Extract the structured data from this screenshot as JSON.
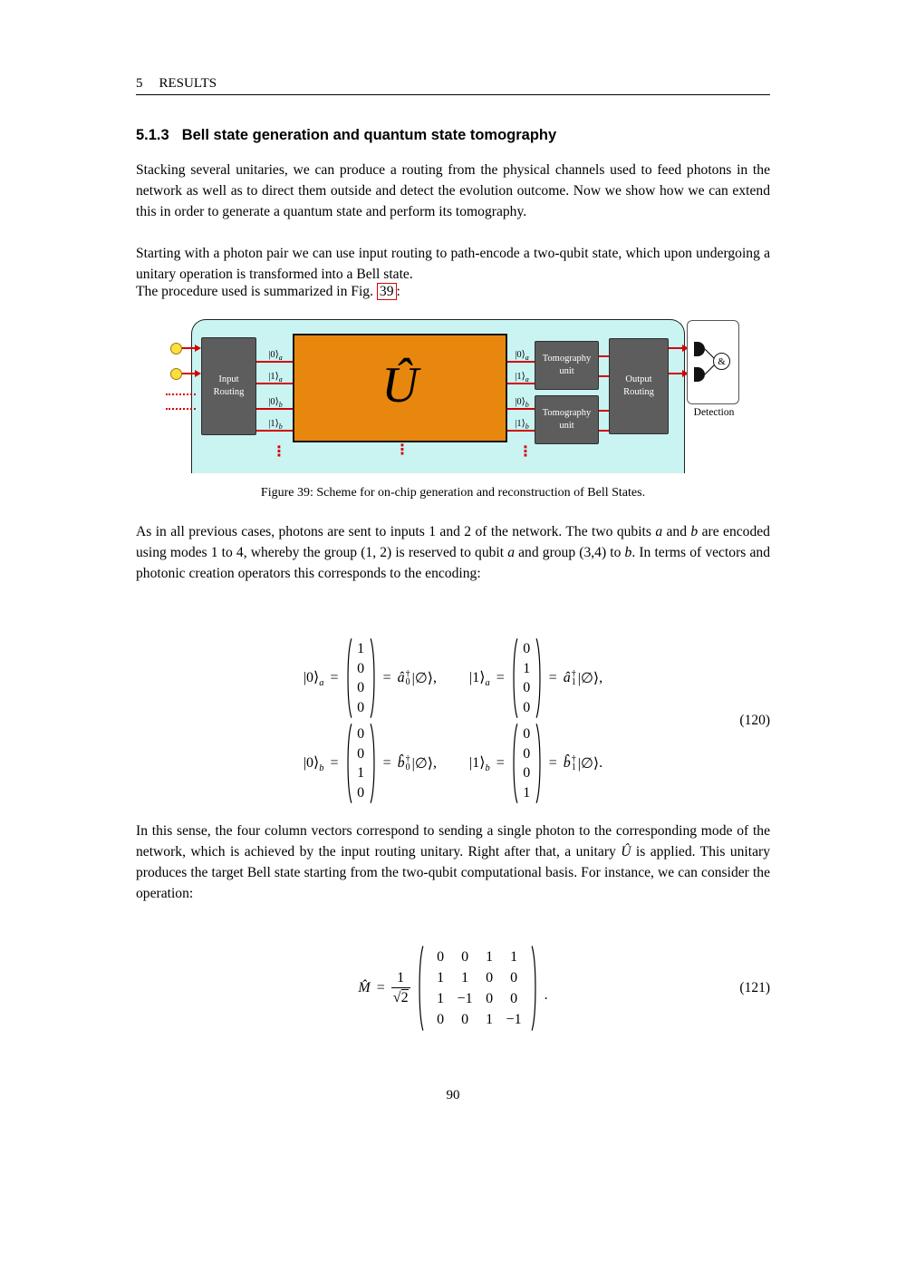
{
  "colors": {
    "chip_background": "#c9f4f2",
    "unitary_orange": "#e8870e",
    "routing_gray": "#5d5d5d",
    "signal_red": "#d40000",
    "photon_yellow": "#ffdf3f",
    "reference_box_red": "#e30000"
  },
  "symbols": {
    "equals": "=",
    "dagger": "†",
    "vacuum_ket": "|∅⟩",
    "vdots": "⋮"
  },
  "running_header": {
    "number": "5",
    "title": "RESULTS"
  },
  "section_heading": {
    "number": "5.1.3",
    "title": "Bell state generation and quantum state tomography"
  },
  "para1": "Stacking several unitaries, we can produce a routing from the physical channels used to feed photons in the network as well as to direct them outside and detect the evolution outcome. Now we show how we can extend this in order to generate a quantum state and perform its tomography.",
  "para2": "Starting with a photon pair we can use input routing to path-encode a two-qubit state, which upon undergoing a unitary operation is transformed into a Bell state.",
  "para3": {
    "before": "The procedure used is summarized in Fig. ",
    "ref": "39",
    "after": ":"
  },
  "figure": {
    "caption": "Figure 39: Scheme for on-chip generation and reconstruction of Bell States.",
    "input_routing_line1": "Input",
    "input_routing_line2": "Routing",
    "unitary": "Û",
    "tomography_line1": "Tomography",
    "tomography_line2": "unit",
    "output_line1": "Output",
    "output_line2": "Routing",
    "detection": "Detection",
    "amp": "&",
    "modes": [
      {
        "ket": "|0⟩",
        "sub": "a"
      },
      {
        "ket": "|1⟩",
        "sub": "a"
      },
      {
        "ket": "|0⟩",
        "sub": "b"
      },
      {
        "ket": "|1⟩",
        "sub": "b"
      }
    ]
  },
  "para4": {
    "s0": "As in all previous cases, photons are sent to inputs 1 and 2 of the network. The two qubits ",
    "s1": "a",
    "s2": " and ",
    "s3": "b",
    "s4": " are encoded using modes 1 to 4, whereby the group (1, 2) is reserved to qubit ",
    "s5": "a",
    "s6": " and group (3,4) to ",
    "s7": "b",
    "s8": ". In terms of vectors and photonic creation operators this corresponds to the encoding:"
  },
  "eq120": {
    "number": "(120)",
    "terms": [
      {
        "ket": "|0⟩",
        "sub": "a",
        "vec": [
          "1",
          "0",
          "0",
          "0"
        ],
        "op": "â",
        "opsub": "0",
        "trail": ","
      },
      {
        "ket": "|1⟩",
        "sub": "a",
        "vec": [
          "0",
          "1",
          "0",
          "0"
        ],
        "op": "â",
        "opsub": "1",
        "trail": ","
      },
      {
        "ket": "|0⟩",
        "sub": "b",
        "vec": [
          "0",
          "0",
          "1",
          "0"
        ],
        "op": "b̂",
        "opsub": "0",
        "trail": ","
      },
      {
        "ket": "|1⟩",
        "sub": "b",
        "vec": [
          "0",
          "0",
          "0",
          "1"
        ],
        "op": "b̂",
        "opsub": "1",
        "trail": "."
      }
    ]
  },
  "para5": {
    "s0": "In this sense, the four column vectors correspond to sending a single photon to the corresponding mode of the network, which is achieved by the input routing unitary. Right after that, a unitary ",
    "s1": "Û",
    "s2": " is applied. This unitary produces the target Bell state starting from the two-qubit computational basis. For instance, we can consider the operation:"
  },
  "eq121": {
    "number": "(121)",
    "lhs": "M̂",
    "num": "1",
    "radical": "√",
    "radicand": "2",
    "matrix": [
      [
        "0",
        "0",
        "1",
        "1"
      ],
      [
        "1",
        "1",
        "0",
        "0"
      ],
      [
        "1",
        "−1",
        "0",
        "0"
      ],
      [
        "0",
        "0",
        "1",
        "−1"
      ]
    ],
    "trail": "."
  },
  "page_number": "90"
}
